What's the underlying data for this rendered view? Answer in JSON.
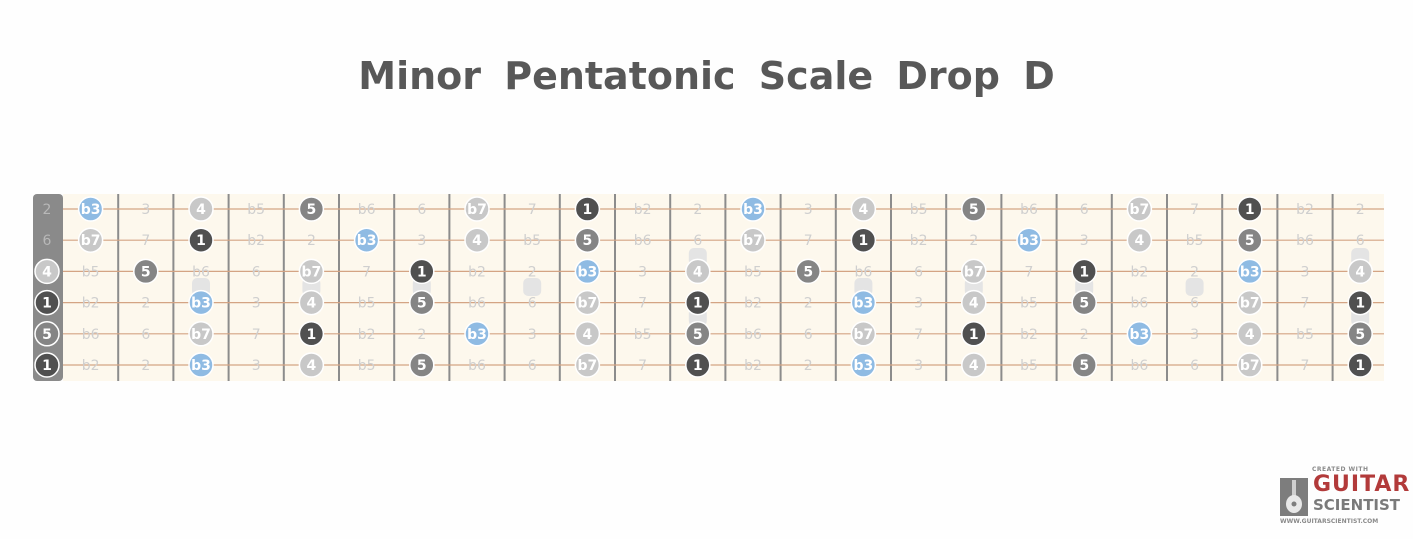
{
  "title": "Minor Pentatonic  Scale  Drop  D",
  "tuning": [
    "2",
    "6",
    "4",
    "1",
    "5",
    "1"
  ],
  "strings": [
    [
      "b3",
      "3",
      "4",
      "b5",
      "5",
      "b6",
      "6",
      "b7",
      "7",
      "1",
      "b2",
      "2",
      "b3",
      "3",
      "4",
      "b5",
      "5",
      "b6",
      "6",
      "b7",
      "7",
      "1",
      "b2",
      "2"
    ],
    [
      "b7",
      "7",
      "1",
      "b2",
      "2",
      "b3",
      "3",
      "4",
      "b5",
      "5",
      "b6",
      "6",
      "b7",
      "7",
      "1",
      "b2",
      "2",
      "b3",
      "3",
      "4",
      "b5",
      "5",
      "b6",
      "6"
    ],
    [
      "b5",
      "5",
      "b6",
      "6",
      "b7",
      "7",
      "1",
      "b2",
      "2",
      "b3",
      "3",
      "4",
      "b5",
      "5",
      "b6",
      "6",
      "b7",
      "7",
      "1",
      "b2",
      "2",
      "b3",
      "3",
      "4"
    ],
    [
      "b2",
      "2",
      "b3",
      "3",
      "4",
      "b5",
      "5",
      "b6",
      "6",
      "b7",
      "7",
      "1",
      "b2",
      "2",
      "b3",
      "3",
      "4",
      "b5",
      "5",
      "b6",
      "6",
      "b7",
      "7",
      "1"
    ],
    [
      "b6",
      "6",
      "b7",
      "7",
      "1",
      "b2",
      "2",
      "b3",
      "3",
      "4",
      "b5",
      "5",
      "b6",
      "6",
      "b7",
      "7",
      "1",
      "b2",
      "2",
      "b3",
      "3",
      "4",
      "b5",
      "5"
    ],
    [
      "b2",
      "2",
      "b3",
      "3",
      "4",
      "b5",
      "5",
      "b6",
      "6",
      "b7",
      "7",
      "1",
      "b2",
      "2",
      "b3",
      "3",
      "4",
      "b5",
      "5",
      "b6",
      "6",
      "b7",
      "7",
      "1"
    ]
  ],
  "scale_degrees": [
    "1",
    "b3",
    "4",
    "5",
    "b7"
  ],
  "colors": {
    "root": "#505050",
    "fifth": "#858585",
    "minor_third": "#8fbbe3",
    "other_scale": "#c8c8c8",
    "inactive_text": "#cfcfcf",
    "board": "#fdf8ed",
    "string": "#d4a484",
    "fret": "#8c8c8c",
    "nut": "#8a8a8a",
    "accent_logo": "#b23a3a"
  },
  "logo": {
    "created_with": "CREATED WITH",
    "line1": "GUITAR",
    "line2": "SCIENTIST",
    "url": "WWW.GUITARSCIENTIST.COM"
  }
}
